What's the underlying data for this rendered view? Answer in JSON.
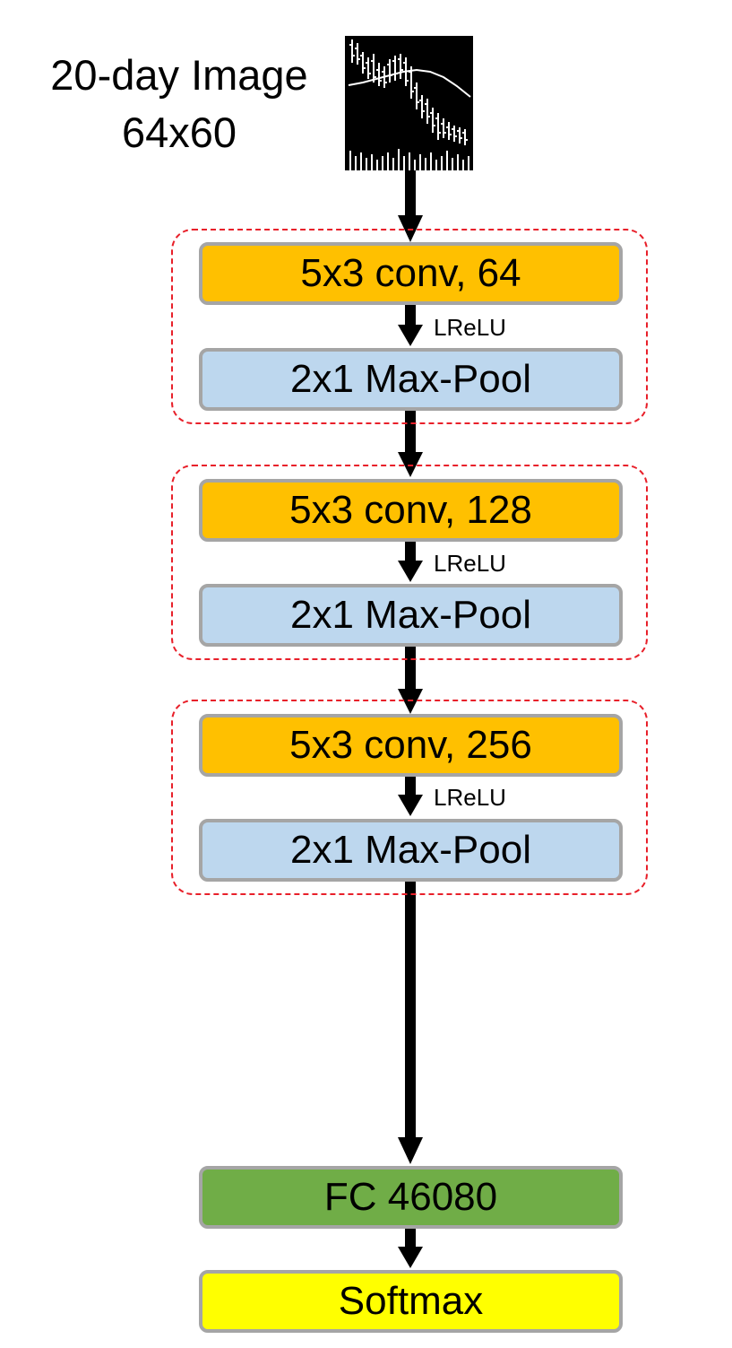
{
  "input": {
    "label_line1": "20-day Image",
    "label_line2": "64x60"
  },
  "blocks": [
    {
      "conv_label": "5x3 conv, 64",
      "activation_label": "LReLU",
      "pool_label": "2x1 Max-Pool"
    },
    {
      "conv_label": "5x3 conv, 128",
      "activation_label": "LReLU",
      "pool_label": "2x1 Max-Pool"
    },
    {
      "conv_label": "5x3 conv, 256",
      "activation_label": "LReLU",
      "pool_label": "2x1 Max-Pool"
    }
  ],
  "fc": {
    "label": "FC 46080"
  },
  "output": {
    "label": "Softmax"
  },
  "colors": {
    "conv": "#ffc000",
    "pool": "#bdd7ee",
    "fc": "#70ad47",
    "softmax": "#ffff00",
    "block_border": "#a5a5a5",
    "group_border": "#e8202a",
    "arrow": "#000000"
  }
}
